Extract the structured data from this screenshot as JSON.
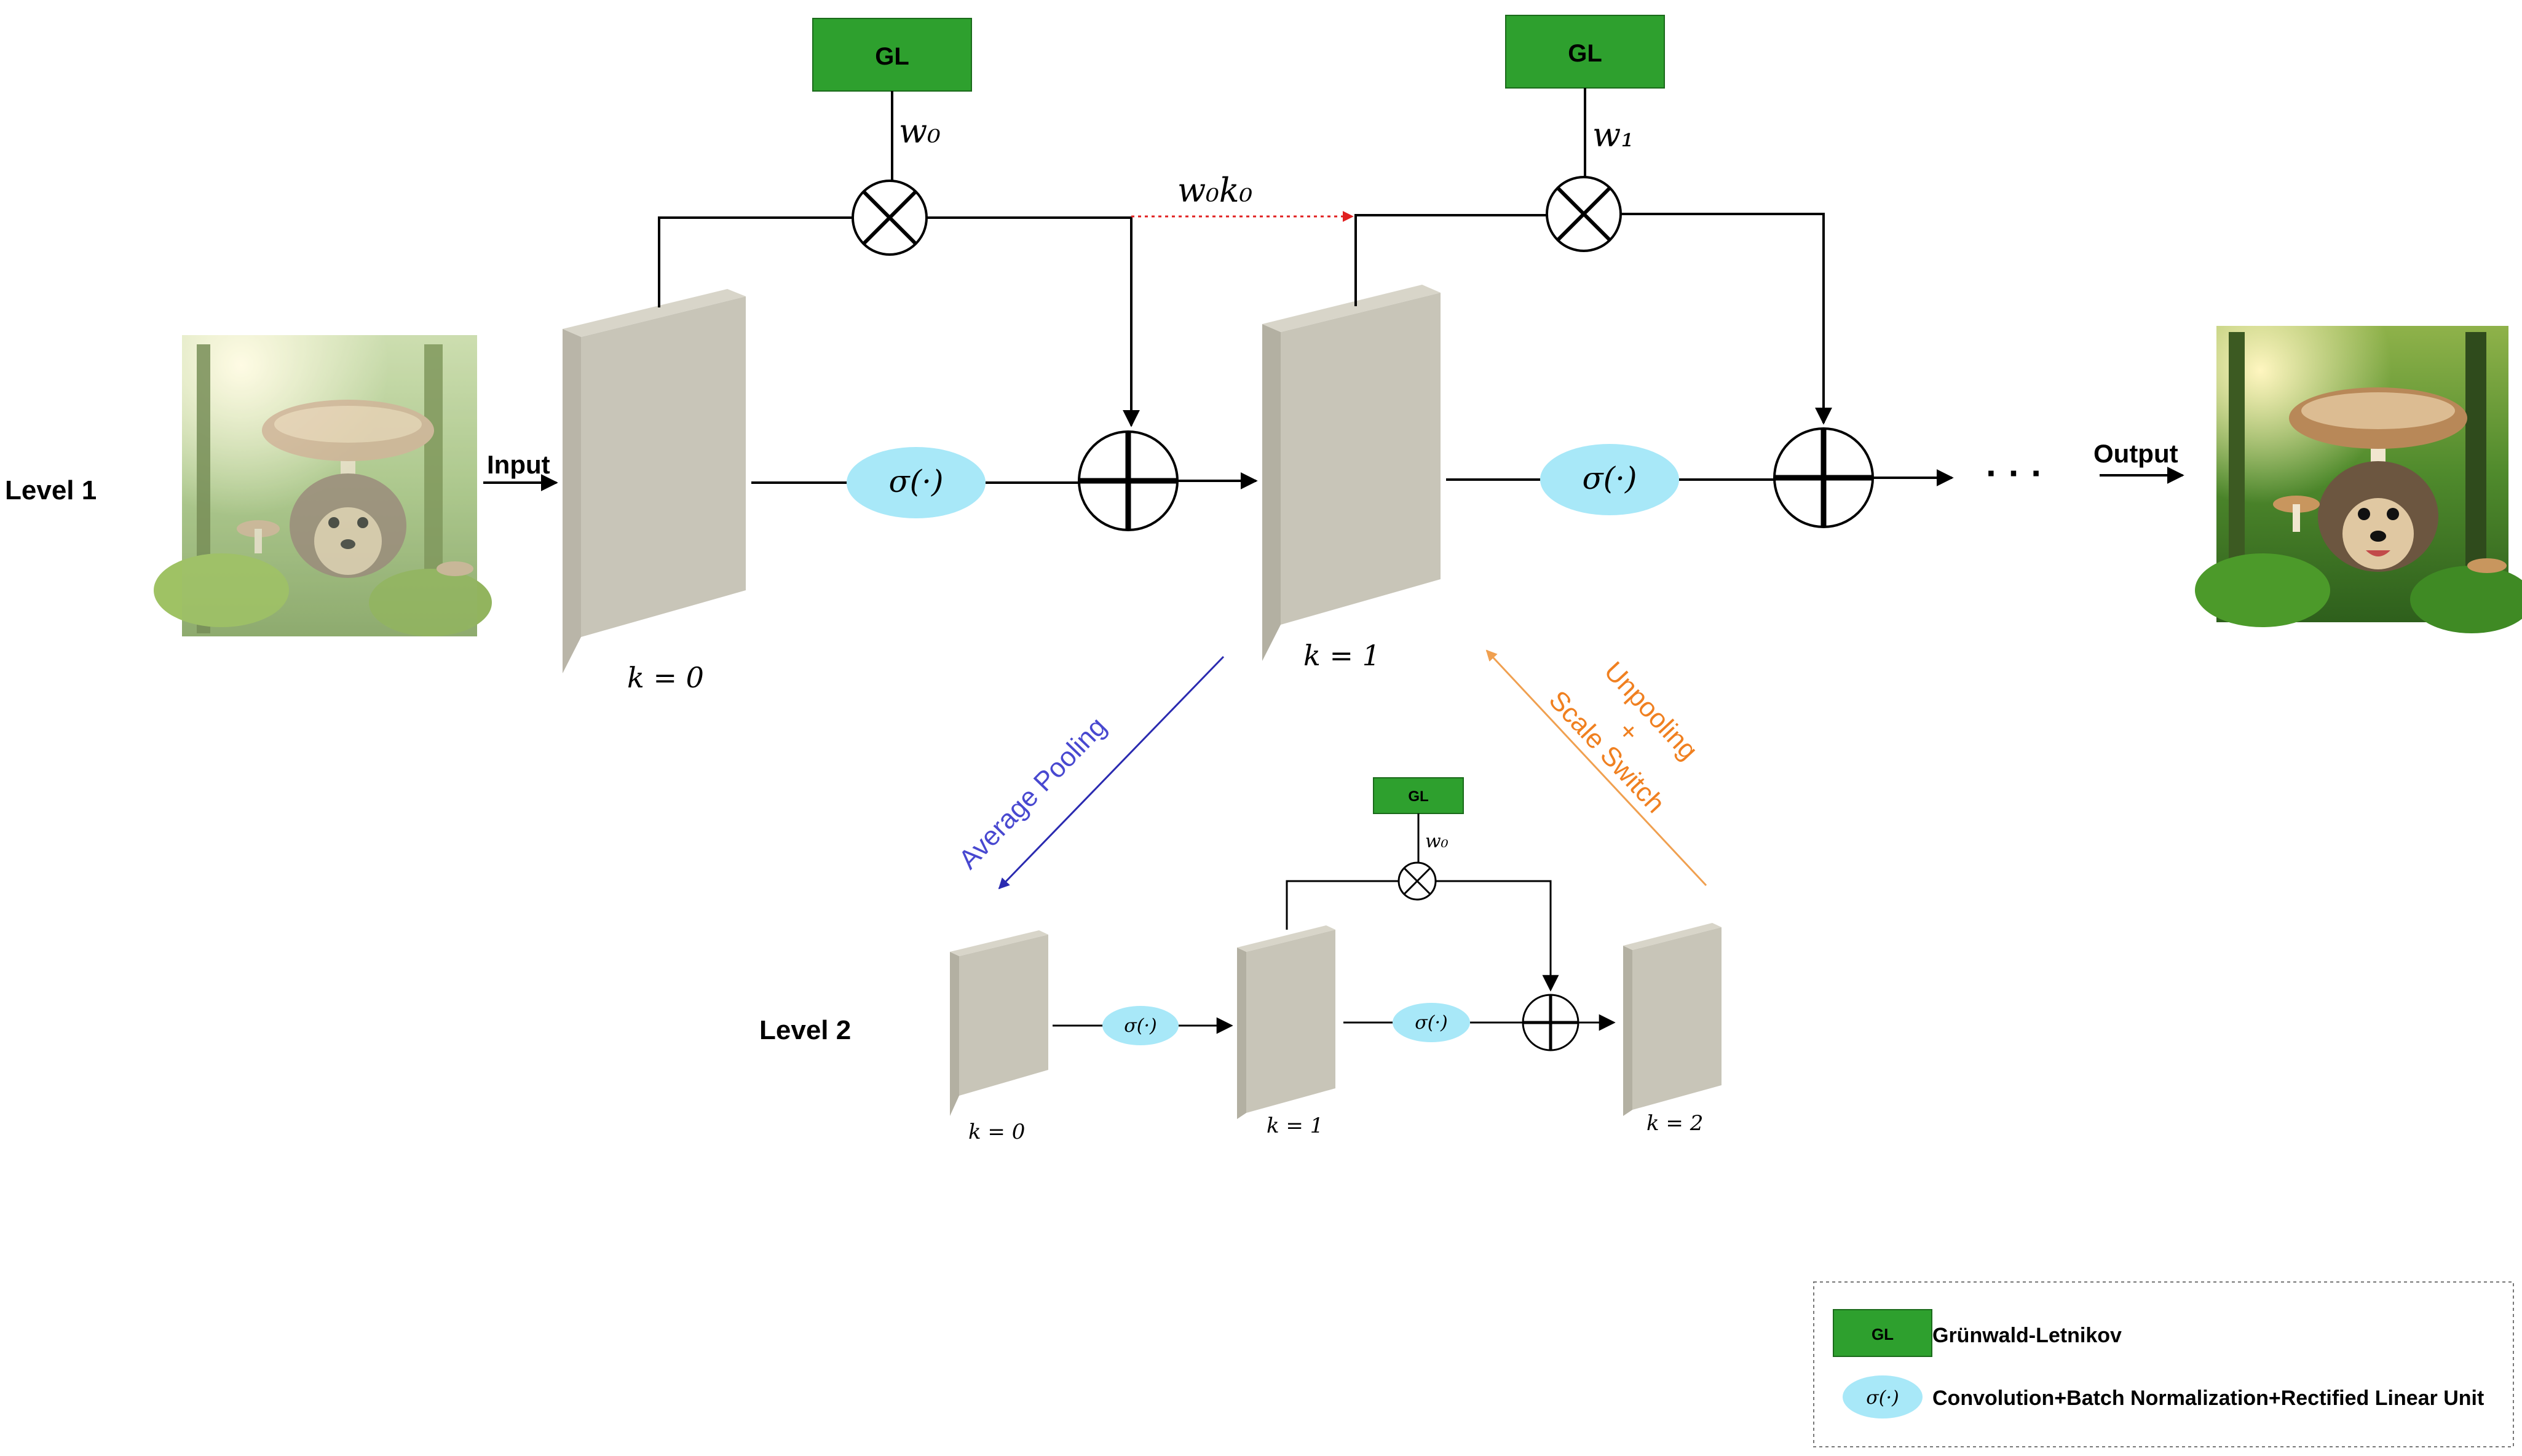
{
  "labels": {
    "level1": "Level 1",
    "level2": "Level 2",
    "input": "Input",
    "output": "Output",
    "gl": "GL",
    "sigma": "σ(·)",
    "w0": "w₀",
    "w1": "w₁",
    "w0k0": "w₀k₀",
    "k0": "k = 0",
    "k1": "k = 1",
    "k2": "k = 2",
    "ellipsis": "· · ·",
    "average_pooling": "Average Pooling",
    "unpooling_line1": "Unpooling",
    "unpooling_line2": "+",
    "unpooling_line3": "Scale Switch"
  },
  "legend": {
    "gl_symbol": "GL",
    "gl_text": "Grünwald-Letnikov",
    "sigma_symbol": "σ(·)",
    "sigma_text": "Convolution+Batch Normalization+Rectified Linear Unit"
  },
  "images": {
    "input": "noisy hedgehog under mushroom",
    "output": "clean hedgehog under mushroom"
  },
  "colors": {
    "gl_box": "#2ea02e",
    "sigma_ellipse": "#a8e8f8",
    "block_face": "#c8c5b8",
    "block_side": "#b3b0a2",
    "pool_arrow": "#2a2ab0",
    "pool_text": "#4848d0",
    "unpool_arrow": "#f0a050",
    "unpool_text": "#f08020",
    "skip_dotted": "#e02020"
  }
}
